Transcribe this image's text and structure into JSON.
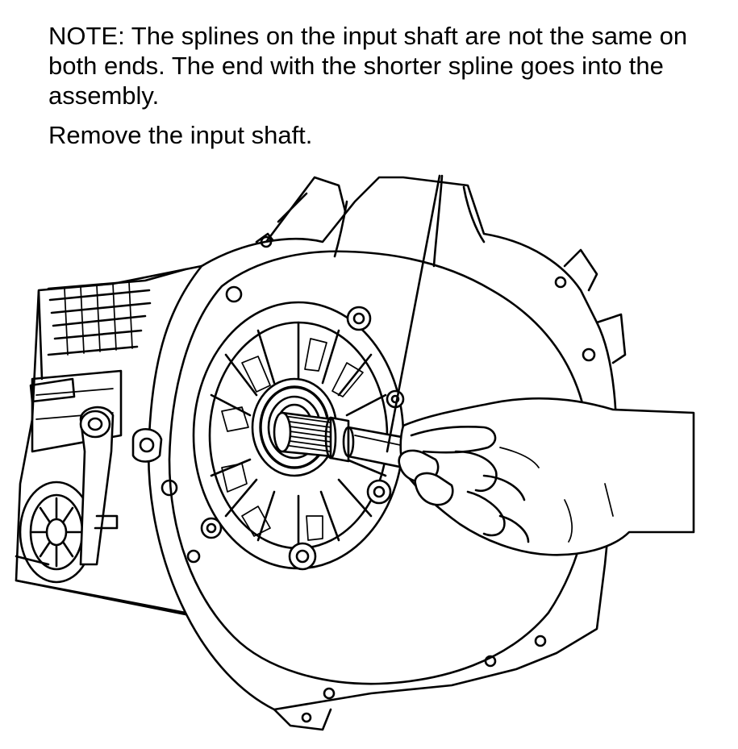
{
  "note": {
    "text": "NOTE: The splines on the input shaft are not the same on both ends. The end with the shorter spline goes into the assembly."
  },
  "instruction": {
    "text": "Remove the input shaft."
  },
  "illustration": {
    "subject": "hand-pulling-input-shaft-from-transmission-bellhousing"
  }
}
